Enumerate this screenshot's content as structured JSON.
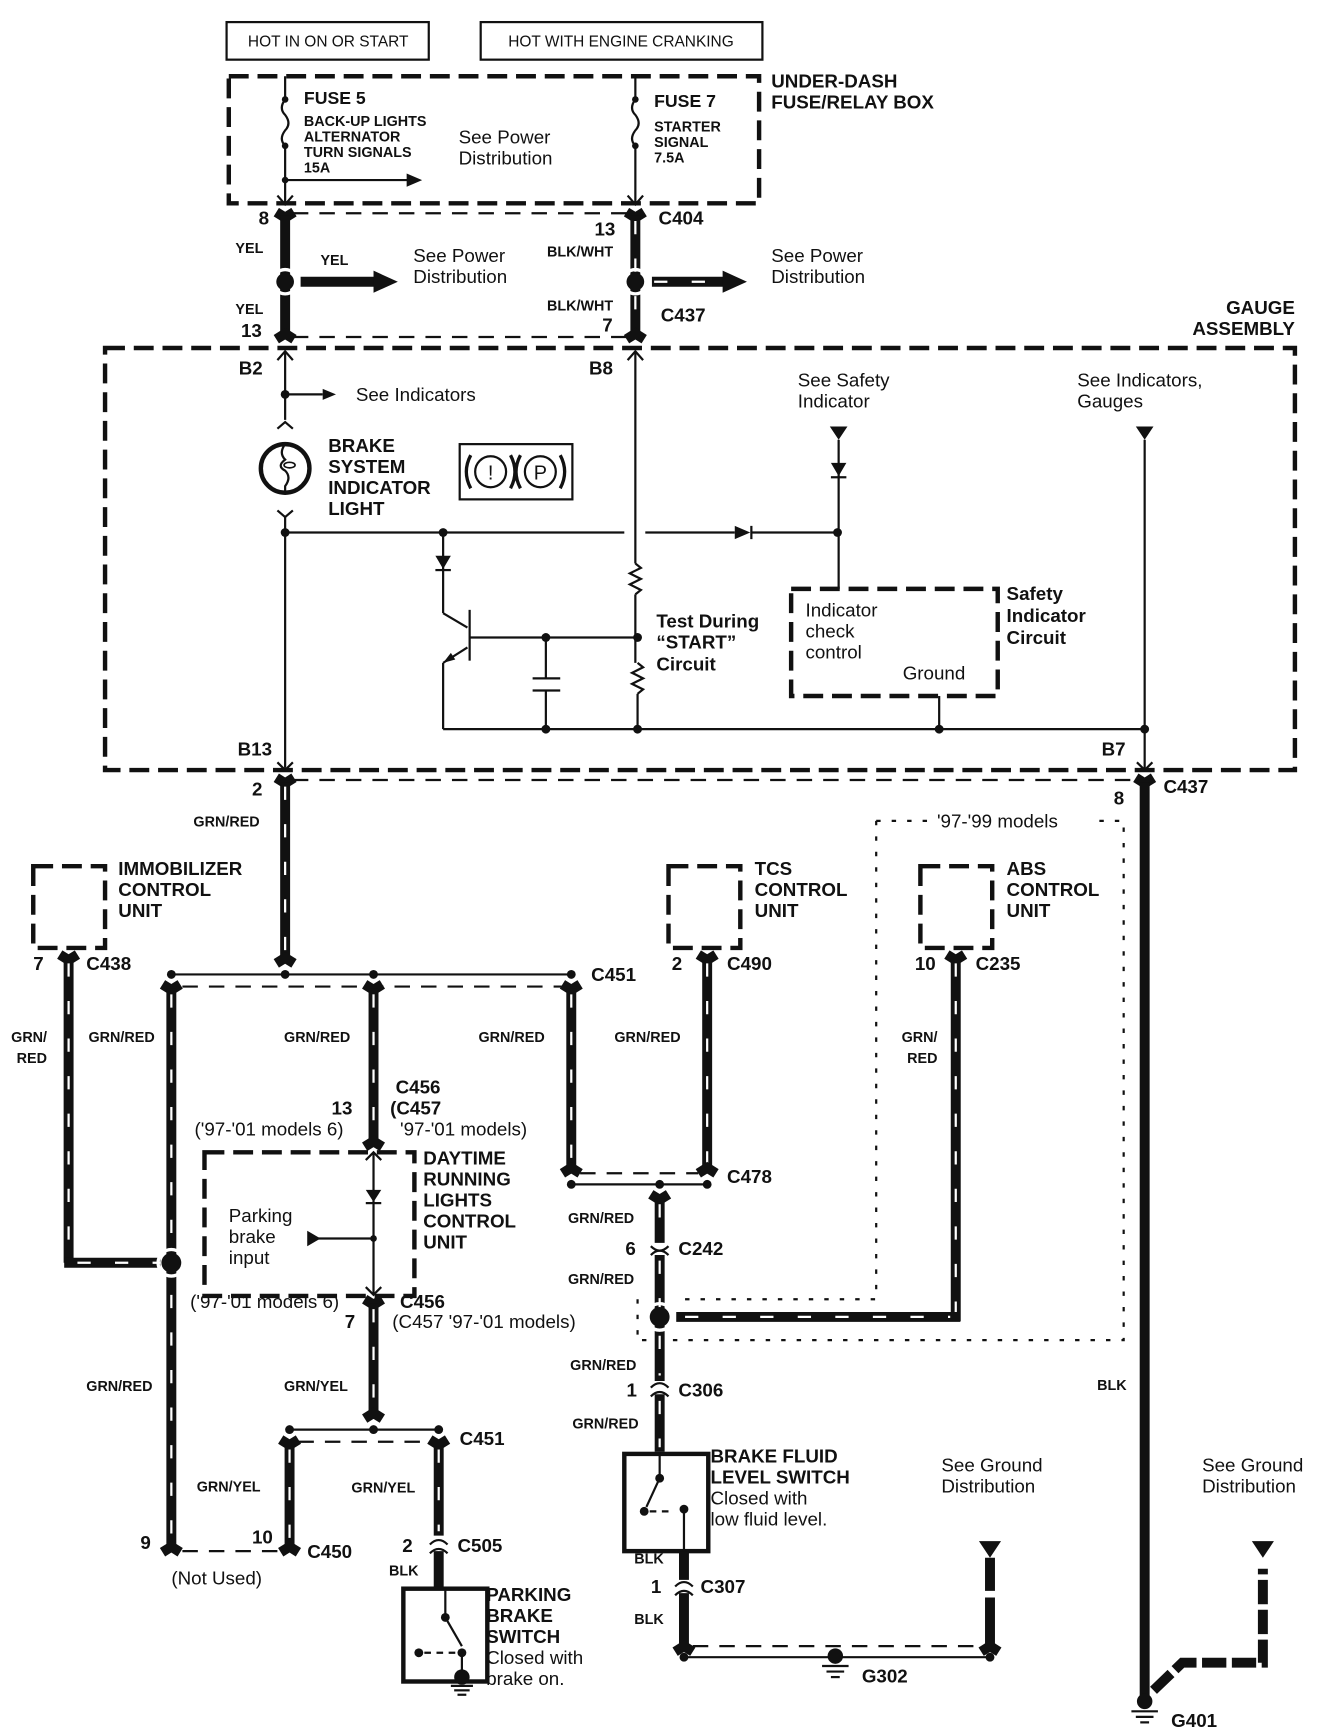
{
  "header": {
    "hot_on_start": "HOT IN ON OR START",
    "hot_cranking": "HOT WITH ENGINE CRANKING"
  },
  "fuse_box": {
    "title_1": "UNDER-DASH",
    "title_2": "FUSE/RELAY BOX",
    "fuse5": {
      "name": "FUSE 5",
      "line1": "BACK-UP LIGHTS",
      "line2": "ALTERNATOR",
      "line3": "TURN SIGNALS",
      "rating": "15A"
    },
    "fuse7": {
      "name": "FUSE 7",
      "line1": "STARTER",
      "line2": "SIGNAL",
      "rating": "7.5A"
    },
    "see_power_1": "See Power",
    "see_power_2": "Distribution"
  },
  "upper_wiring": {
    "pin_8": "8",
    "pin_13_c404": "13",
    "c404": "C404",
    "yel_1": "YEL",
    "yel_2": "YEL",
    "yel_3": "YEL",
    "blkwht_1": "BLK/WHT",
    "blkwht_2": "BLK/WHT",
    "pin_13_c437": "13",
    "pin_7_c437": "7",
    "c437": "C437",
    "see_power_a1": "See Power",
    "see_power_a2": "Distribution",
    "see_power_b1": "See Power",
    "see_power_b2": "Distribution"
  },
  "gauge": {
    "title_1": "GAUGE",
    "title_2": "ASSEMBLY",
    "b2": "B2",
    "b8": "B8",
    "b13": "B13",
    "b7": "B7",
    "see_indicators": "See Indicators",
    "brake_light_1": "BRAKE",
    "brake_light_2": "SYSTEM",
    "brake_light_3": "INDICATOR",
    "brake_light_4": "LIGHT",
    "symbol_excl": "!",
    "symbol_p": "P",
    "see_safety_1": "See Safety",
    "see_safety_2": "Indicator",
    "see_ind_gauges_1": "See Indicators,",
    "see_ind_gauges_2": "Gauges",
    "test_1": "Test During",
    "test_2": "“START”",
    "test_3": "Circuit",
    "check_1": "Indicator",
    "check_2": "check",
    "check_3": "control",
    "ground": "Ground",
    "safety_1": "Safety",
    "safety_2": "Indicator",
    "safety_3": "Circuit"
  },
  "lower": {
    "pin_2": "2",
    "grnred_main": "GRN/RED",
    "pin_8_c437": "8",
    "c437": "C437",
    "models_97_99": "'97-'99 models",
    "immobilizer_1": "IMMOBILIZER",
    "immobilizer_2": "CONTROL",
    "immobilizer_3": "UNIT",
    "pin_7_c438": "7",
    "c438": "C438",
    "tcs_1": "TCS",
    "tcs_2": "CONTROL",
    "tcs_3": "UNIT",
    "pin_2_c490": "2",
    "c490": "C490",
    "abs_1": "ABS",
    "abs_2": "CONTROL",
    "abs_3": "UNIT",
    "pin_10_c235": "10",
    "c235": "C235",
    "c451_top": "C451",
    "grn_red_split_1": "GRN/",
    "grn_red_split_2": "RED",
    "grnred_a": "GRN/RED",
    "grnred_b": "GRN/RED",
    "grnred_c": "GRN/RED",
    "grnred_d": "GRN/RED",
    "abs_grn_1": "GRN/",
    "abs_grn_2": "RED",
    "c456_top": "C456",
    "c457_top": "(C457",
    "pin_13_c456": "13",
    "models_6_top": "('97-'01 models 6)",
    "models_top": "'97-'01 models)",
    "drl_1": "DAYTIME",
    "drl_2": "RUNNING",
    "drl_3": "LIGHTS",
    "drl_4": "CONTROL",
    "drl_5": "UNIT",
    "parking_input_1": "Parking",
    "parking_input_2": "brake",
    "parking_input_3": "input",
    "models_6_bottom": "('97-'01 models 6)",
    "pin_7_c456": "7",
    "c456_bottom": "C456",
    "c457_bottom": "(C457 '97-'01 models)",
    "c478": "C478",
    "grnred_e": "GRN/RED",
    "pin_6": "6",
    "c242": "C242",
    "grnred_f": "GRN/RED",
    "grnred_g": "GRN/RED",
    "grnred_left": "GRN/RED",
    "grnyel_top": "GRN/YEL",
    "c451_bottom": "C451",
    "grnyel_l": "GRN/YEL",
    "grnyel_r": "GRN/YEL",
    "pin_9": "9",
    "pin_10": "10",
    "c450": "C450",
    "not_used": "(Not Used)",
    "pin_2_c505": "2",
    "c505": "C505",
    "blk_pb": "BLK",
    "pbs_1": "PARKING",
    "pbs_2": "BRAKE",
    "pbs_3": "SWITCH",
    "pbs_4": "Closed with",
    "pbs_5": "brake on.",
    "pin_1_c306": "1",
    "c306": "C306",
    "grnred_h": "GRN/RED",
    "bfl_1": "BRAKE FLUID",
    "bfl_2": "LEVEL SWITCH",
    "bfl_3": "Closed with",
    "bfl_4": "low fluid level.",
    "blk_1": "BLK",
    "pin_1_c307": "1",
    "c307": "C307",
    "blk_2": "BLK",
    "g302": "G302",
    "see_ground_a1": "See Ground",
    "see_ground_a2": "Distribution",
    "blk_right": "BLK",
    "see_ground_b1": "See Ground",
    "see_ground_b2": "Distribution",
    "g401": "G401"
  }
}
